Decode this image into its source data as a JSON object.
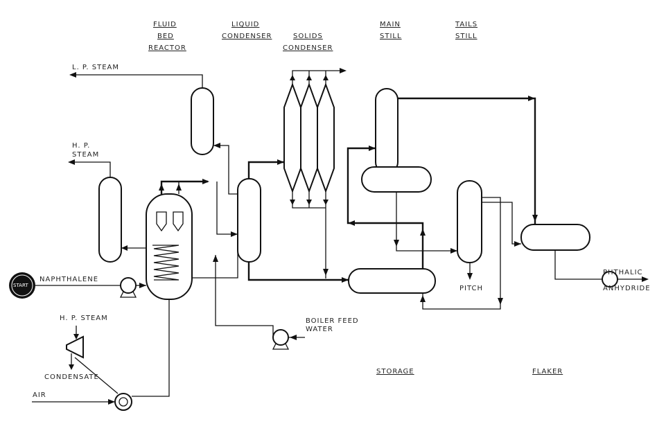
{
  "section_headers": {
    "fluid_bed_reactor": [
      "FLUID",
      "BED",
      "REACTOR"
    ],
    "liquid_condenser": [
      "LIQUID",
      "CONDENSER"
    ],
    "solids_condenser": [
      "SOLIDS",
      "CONDENSER"
    ],
    "main_still": [
      "MAIN",
      "STILL"
    ],
    "tails_still": [
      "TAILS",
      "STILL"
    ],
    "storage": "STORAGE",
    "flaker": "FLAKER"
  },
  "stream_labels": {
    "lp_steam": "L. P. STEAM",
    "hp_steam_top": [
      "H. P.",
      "STEAM"
    ],
    "naphthalene": "NAPHTHALENE",
    "start": "START",
    "hp_steam_bottom": "H. P. STEAM",
    "condensate": "CONDENSATE",
    "air": "AIR",
    "boiler_feed_water": [
      "BOILER FEED",
      "WATER"
    ],
    "pitch": "PITCH",
    "phthalic_anhydride": [
      "PHTHALIC",
      "ANHYDRIDE"
    ]
  }
}
